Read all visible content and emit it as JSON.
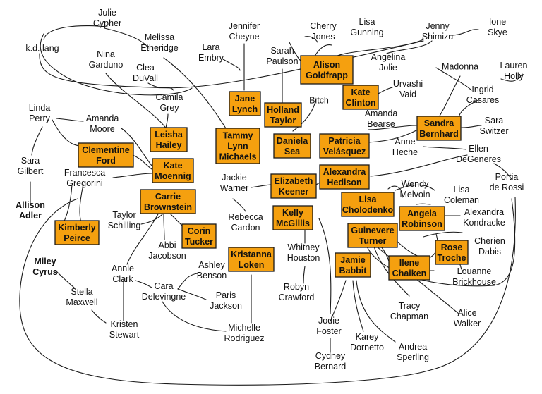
{
  "colors": {
    "highlight": "#f5a00f",
    "line": "#1a1a1a",
    "text": "#111111"
  },
  "people": {
    "julie_cypher": [
      "Julie",
      "Cypher"
    ],
    "kd_lang": [
      "k.d. lang"
    ],
    "melissa_etheridge": [
      "Melissa",
      "Etheridge"
    ],
    "nina_garduno": [
      "Nina",
      "Garduno"
    ],
    "clea_duvall": [
      "Clea",
      "DuVall"
    ],
    "camila_grey": [
      "Camila",
      "Grey"
    ],
    "jennifer_cheyne": [
      "Jennifer",
      "Cheyne"
    ],
    "lara_embry": [
      "Lara",
      "Embry"
    ],
    "cherry_jones": [
      "Cherry",
      "Jones"
    ],
    "sarah_paulson": [
      "Sarah",
      "Paulson"
    ],
    "lisa_gunning": [
      "Lisa",
      "Gunning"
    ],
    "jenny_shimizu": [
      "Jenny",
      "Shimizu"
    ],
    "ione_skye": [
      "Ione",
      "Skye"
    ],
    "angelina_jolie": [
      "Angelina",
      "Jolie"
    ],
    "madonna": [
      "Madonna"
    ],
    "lauren_holly": [
      "Lauren",
      "Holly"
    ],
    "urvashi_vaid": [
      "Urvashi",
      "Vaid"
    ],
    "ingrid_casares": [
      "Ingrid",
      "Casares"
    ],
    "bitch": [
      "Bitch"
    ],
    "amanda_bearse": [
      "Amanda",
      "Bearse"
    ],
    "sara_switzer": [
      "Sara",
      "Switzer"
    ],
    "linda_perry": [
      "Linda",
      "Perry"
    ],
    "amanda_moore": [
      "Amanda",
      "Moore"
    ],
    "anne_heche": [
      "Anne",
      "Heche"
    ],
    "ellen_degeneres": [
      "Ellen",
      "DeGeneres"
    ],
    "sara_gilbert": [
      "Sara",
      "Gilbert"
    ],
    "francesca_gregorini": [
      "Francesca",
      "Gregorini"
    ],
    "portia_de_rossi": [
      "Portia",
      "de Rossi"
    ],
    "jackie_warner": [
      "Jackie",
      "Warner"
    ],
    "wendy_melvoin": [
      "Wendy",
      "Melvoin"
    ],
    "lisa_coleman": [
      "Lisa",
      "Coleman"
    ],
    "allison_adler": [
      "Allison",
      "Adler"
    ],
    "taylor_schilling": [
      "Taylor",
      "Schilling"
    ],
    "rebecca_cardon": [
      "Rebecca",
      "Cardon"
    ],
    "alexandra_kondracke": [
      "Alexandra",
      "Kondracke"
    ],
    "abbi_jacobson": [
      "Abbi",
      "Jacobson"
    ],
    "whitney_houston": [
      "Whitney",
      "Houston"
    ],
    "cherien_dabis": [
      "Cherien",
      "Dabis"
    ],
    "miley_cyrus": [
      "Miley",
      "Cyrus"
    ],
    "annie_clark": [
      "Annie",
      "Clark"
    ],
    "ashley_benson": [
      "Ashley",
      "Benson"
    ],
    "louanne_brickhouse": [
      "Louanne",
      "Brickhouse"
    ],
    "stella_maxwell": [
      "Stella",
      "Maxwell"
    ],
    "cara_delevingne": [
      "Cara",
      "Delevingne"
    ],
    "paris_jackson": [
      "Paris",
      "Jackson"
    ],
    "robyn_crawford": [
      "Robyn",
      "Crawford"
    ],
    "tracy_chapman": [
      "Tracy",
      "Chapman"
    ],
    "alice_walker": [
      "Alice",
      "Walker"
    ],
    "kristen_stewart": [
      "Kristen",
      "Stewart"
    ],
    "michelle_rodriguez": [
      "Michelle",
      "Rodriguez"
    ],
    "jodie_foster": [
      "Jodie",
      "Foster"
    ],
    "karey_dornetto": [
      "Karey",
      "Dornetto"
    ],
    "andrea_sperling": [
      "Andrea",
      "Sperling"
    ],
    "cydney_bernard": [
      "Cydney",
      "Bernard"
    ]
  },
  "highlighted": {
    "alison_goldfrapp": [
      "Alison",
      "Goldfrapp"
    ],
    "jane_lynch": [
      "Jane",
      "Lynch"
    ],
    "holland_taylor": [
      "Holland",
      "Taylor"
    ],
    "kate_clinton": [
      "Kate",
      "Clinton"
    ],
    "leisha_hailey": [
      "Leisha",
      "Hailey"
    ],
    "tammy_lynn_michaels": [
      "Tammy",
      "Lynn",
      "Michaels"
    ],
    "daniela_sea": [
      "Daniela",
      "Sea"
    ],
    "sandra_bernhard": [
      "Sandra",
      "Bernhard"
    ],
    "patricia_velasquez": [
      "Patricia",
      "Velásquez"
    ],
    "clementine_ford": [
      "Clementine",
      "Ford"
    ],
    "kate_moennig": [
      "Kate",
      "Moennig"
    ],
    "alexandra_hedison": [
      "Alexandra",
      "Hedison"
    ],
    "elizabeth_keener": [
      "Elizabeth",
      "Keener"
    ],
    "carrie_brownstein": [
      "Carrie",
      "Brownstein"
    ],
    "lisa_cholodenko": [
      "Lisa",
      "Cholodenko"
    ],
    "kelly_mcgillis": [
      "Kelly",
      "McGillis"
    ],
    "angela_robinson": [
      "Angela",
      "Robinson"
    ],
    "kimberly_peirce": [
      "Kimberly",
      "Peirce"
    ],
    "corin_tucker": [
      "Corin",
      "Tucker"
    ],
    "guinevere_turner": [
      "Guinevere",
      "Turner"
    ],
    "rose_troche": [
      "Rose",
      "Troche"
    ],
    "ilene_chaiken": [
      "Ilene",
      "Chaiken"
    ],
    "kristanna_loken": [
      "Kristanna",
      "Loken"
    ],
    "jamie_babbit": [
      "Jamie",
      "Babbit"
    ]
  }
}
